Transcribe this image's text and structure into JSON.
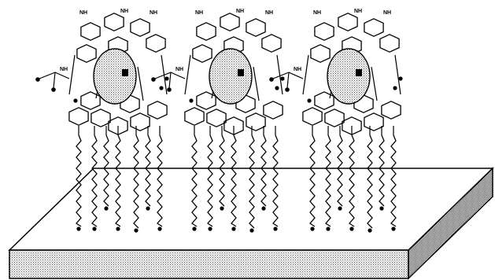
{
  "figure": {
    "description_hidden": "",
    "colors": {
      "ink": "#000000",
      "background": "#ffffff",
      "stipple": "#9a9a9a"
    },
    "group_label": "NH",
    "assemblies": [
      {
        "label_top_left": "NH",
        "label_top_mid": "NH",
        "label_top_right": "NH",
        "label_side": "NH"
      },
      {
        "label_top_left": "NH",
        "label_top_mid": "NH",
        "label_top_right": "NH",
        "label_side": "NH"
      },
      {
        "label_top_left": "NH",
        "label_top_mid": "NH",
        "label_top_right": "NH",
        "label_side": "NH"
      }
    ]
  }
}
